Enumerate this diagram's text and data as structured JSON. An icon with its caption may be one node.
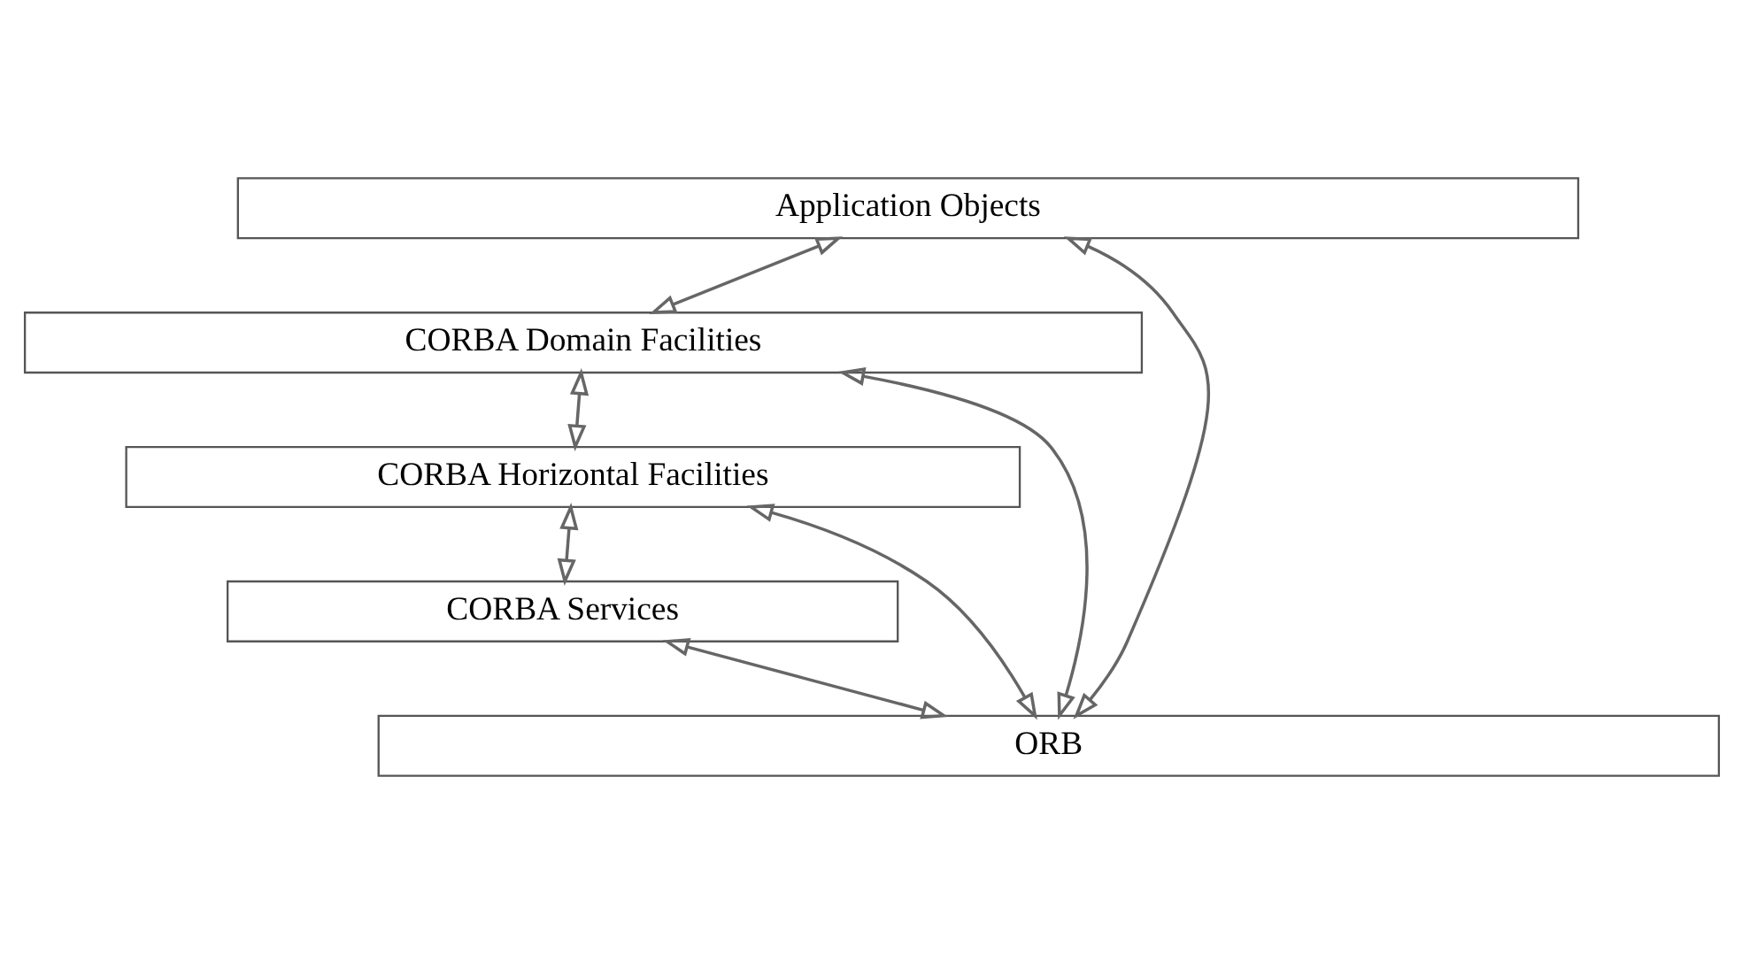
{
  "diagram": {
    "nodes": [
      {
        "text": [
          "Application Objects"
        ]
      },
      {
        "text": [
          "CORBA Domain Facilities"
        ]
      },
      {
        "text": [
          "CORBA Horizontal Facilities"
        ]
      },
      {
        "text": [
          "CORBA Services"
        ]
      },
      {
        "text": [
          "ORB"
        ]
      }
    ],
    "edges": [
      {
        "from": 0,
        "to": 4,
        "arrow": "both"
      },
      {
        "from": 0,
        "to": 1,
        "arrow": "both"
      },
      {
        "from": 1,
        "to": 4,
        "arrow": "both"
      },
      {
        "from": 1,
        "to": 2,
        "arrow": "both"
      },
      {
        "from": 2,
        "to": 4,
        "arrow": "both"
      },
      {
        "from": 2,
        "to": 3,
        "arrow": "both"
      },
      {
        "from": 3,
        "to": 4,
        "arrow": "both"
      }
    ]
  }
}
